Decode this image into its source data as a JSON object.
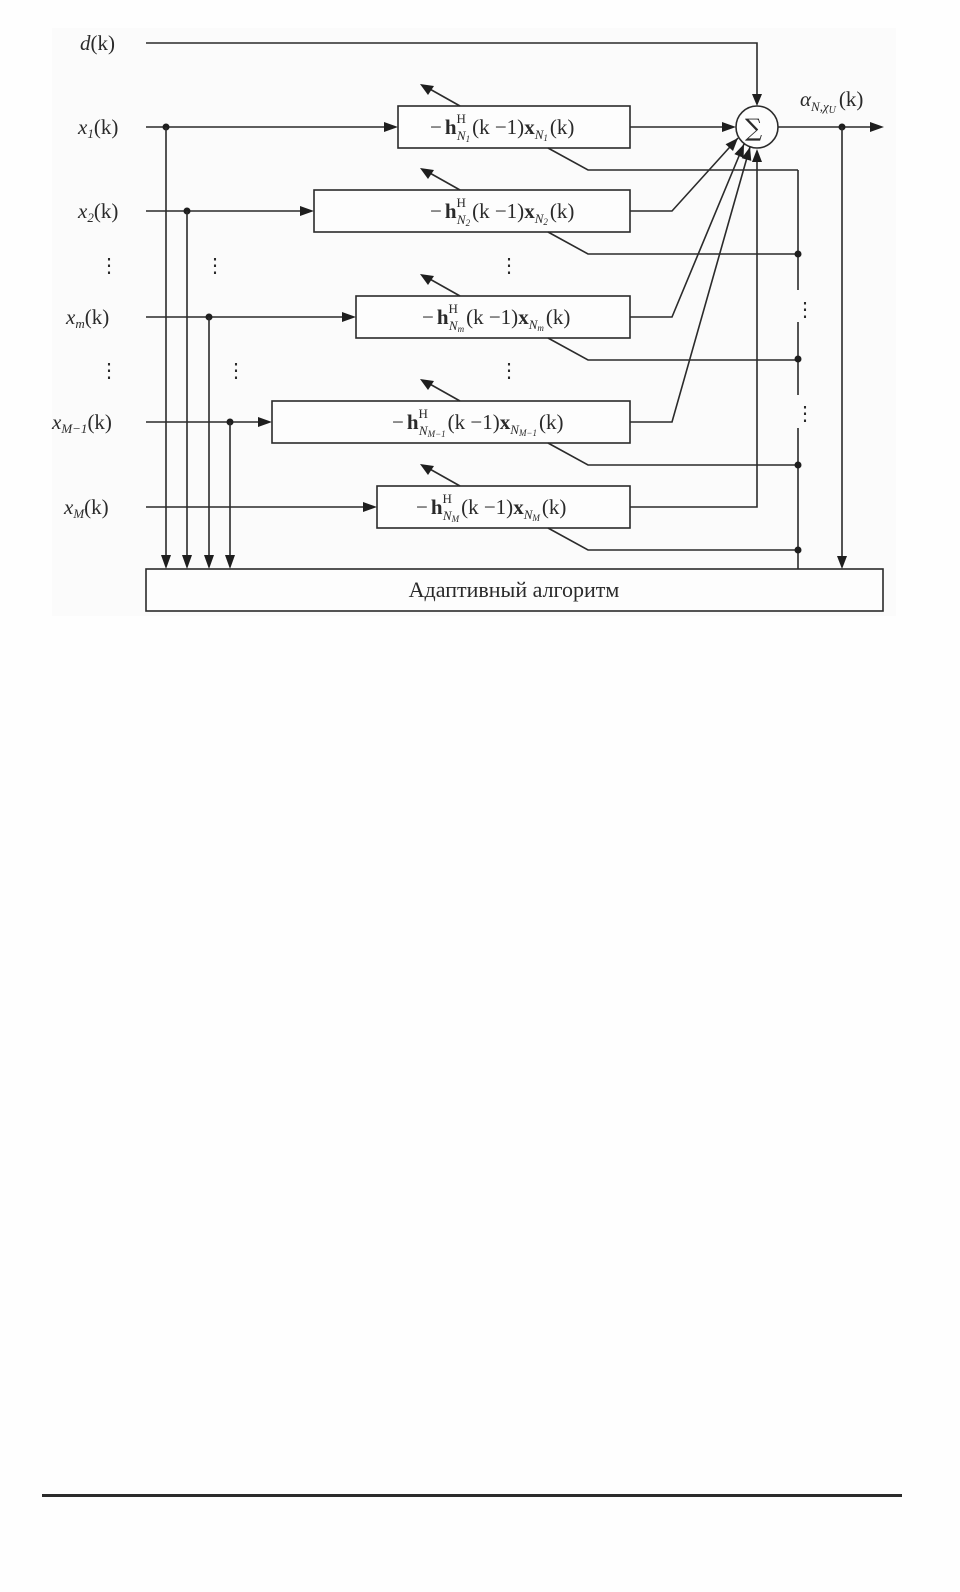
{
  "diagram": {
    "desired_signal": {
      "name": "d",
      "arg": "(k)"
    },
    "inputs": [
      {
        "id": "x1",
        "base": "x",
        "sub": "1",
        "arg": "(k)"
      },
      {
        "id": "x2",
        "base": "x",
        "sub": "2",
        "arg": "(k)"
      },
      {
        "id": "xm",
        "base": "x",
        "sub": "m",
        "arg": "(k)"
      },
      {
        "id": "xM-1",
        "base": "x",
        "sub": "M−1",
        "arg": "(k)"
      },
      {
        "id": "xM",
        "base": "x",
        "sub": "M",
        "arg": "(k)"
      }
    ],
    "filters": [
      {
        "minus": "−",
        "h": "h",
        "sup": "H",
        "sub": "N",
        "subsub": "1",
        "mid": "(k −1)",
        "x": "x",
        "xsub": "N",
        "xsubsub": "1",
        "tail": "(k)"
      },
      {
        "minus": "−",
        "h": "h",
        "sup": "H",
        "sub": "N",
        "subsub": "2",
        "mid": "(k −1)",
        "x": "x",
        "xsub": "N",
        "xsubsub": "2",
        "tail": "(k)"
      },
      {
        "minus": "−",
        "h": "h",
        "sup": "H",
        "sub": "N",
        "subsub": "m",
        "mid": "(k −1)",
        "x": "x",
        "xsub": "N",
        "xsubsub": "m",
        "tail": "(k)"
      },
      {
        "minus": "−",
        "h": "h",
        "sup": "H",
        "sub": "N",
        "subsub": "M−1",
        "mid": "(k −1)",
        "x": "x",
        "xsub": "N",
        "xsubsub": "M−1",
        "tail": "(k)"
      },
      {
        "minus": "−",
        "h": "h",
        "sup": "H",
        "sub": "N",
        "subsub": "M",
        "mid": "(k −1)",
        "x": "x",
        "xsub": "N",
        "xsubsub": "M",
        "tail": "(k)"
      }
    ],
    "summer_symbol": "∑",
    "output": {
      "base": "α",
      "sub": "N,χ",
      "subsub": "U",
      "arg": "(k)"
    },
    "ellipsis": "⋮",
    "algorithm_label": "Адаптивный алгоритм"
  }
}
